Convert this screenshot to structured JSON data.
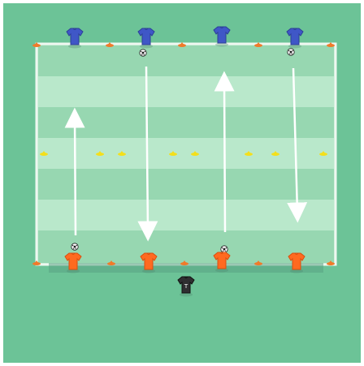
{
  "colors": {
    "frame": "#ffffff",
    "surround": "#6cc397",
    "pitch_light": "#b9e8cb",
    "pitch_dark": "#97d7b1",
    "pitch_border": "#eef7f0",
    "team_blue": "#3f57c7",
    "team_blue_dark": "#2c3f97",
    "team_orange": "#ff6a20",
    "team_orange_dark": "#d94f0f",
    "coach_shirt": "#2f2f31",
    "cone_orange": "#f07a2a",
    "cone_yellow": "#f4df1b",
    "arrow": "#ffffff",
    "ball": "#ffffff",
    "ball_patch": "#1b1b1b"
  },
  "coach": {
    "label": "T"
  },
  "drill": {
    "blue_players": 4,
    "orange_players": 4,
    "coach_count": 1,
    "balls": 4,
    "orange_cones_top": 5,
    "orange_cones_bottom": 5,
    "yellow_cones_middle": 8,
    "arrow_count": 4
  },
  "icons": {
    "blue_player": "blue-jersey-icon",
    "orange_player": "orange-jersey-icon",
    "coach": "coach-jersey-icon",
    "ball": "soccer-ball-icon",
    "cone_orange": "orange-cone-icon",
    "cone_yellow": "yellow-cone-icon",
    "arrow": "movement-arrow-icon"
  }
}
